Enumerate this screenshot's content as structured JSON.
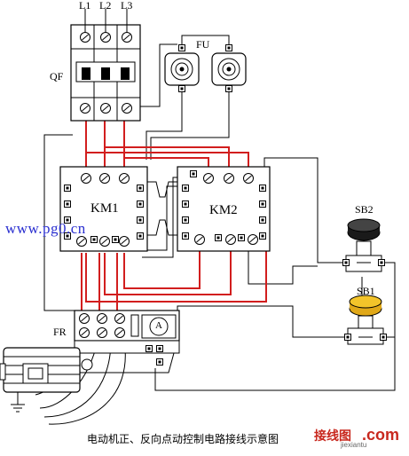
{
  "labels": {
    "l1": "L1",
    "l2": "L2",
    "l3": "L3",
    "fu": "FU",
    "qf": "QF",
    "km1": "KM1",
    "km2": "KM2",
    "sb2": "SB2",
    "sb1": "SB1",
    "fr": "FR",
    "ammeter": "A"
  },
  "watermark": "www.pg0.cn",
  "caption": "电动机正、反向点动控制电路接线示意图",
  "logo": {
    "text_cn": "接线图",
    "text_dot": ".com",
    "text_sub": "jiexiantu"
  },
  "colors": {
    "wire_red": "#d21e1e",
    "wire_black": "#000000",
    "button_sb2": "#1a1a1a",
    "button_sb1": "#f3c42a",
    "watermark_blue": "#2a2fd0"
  }
}
